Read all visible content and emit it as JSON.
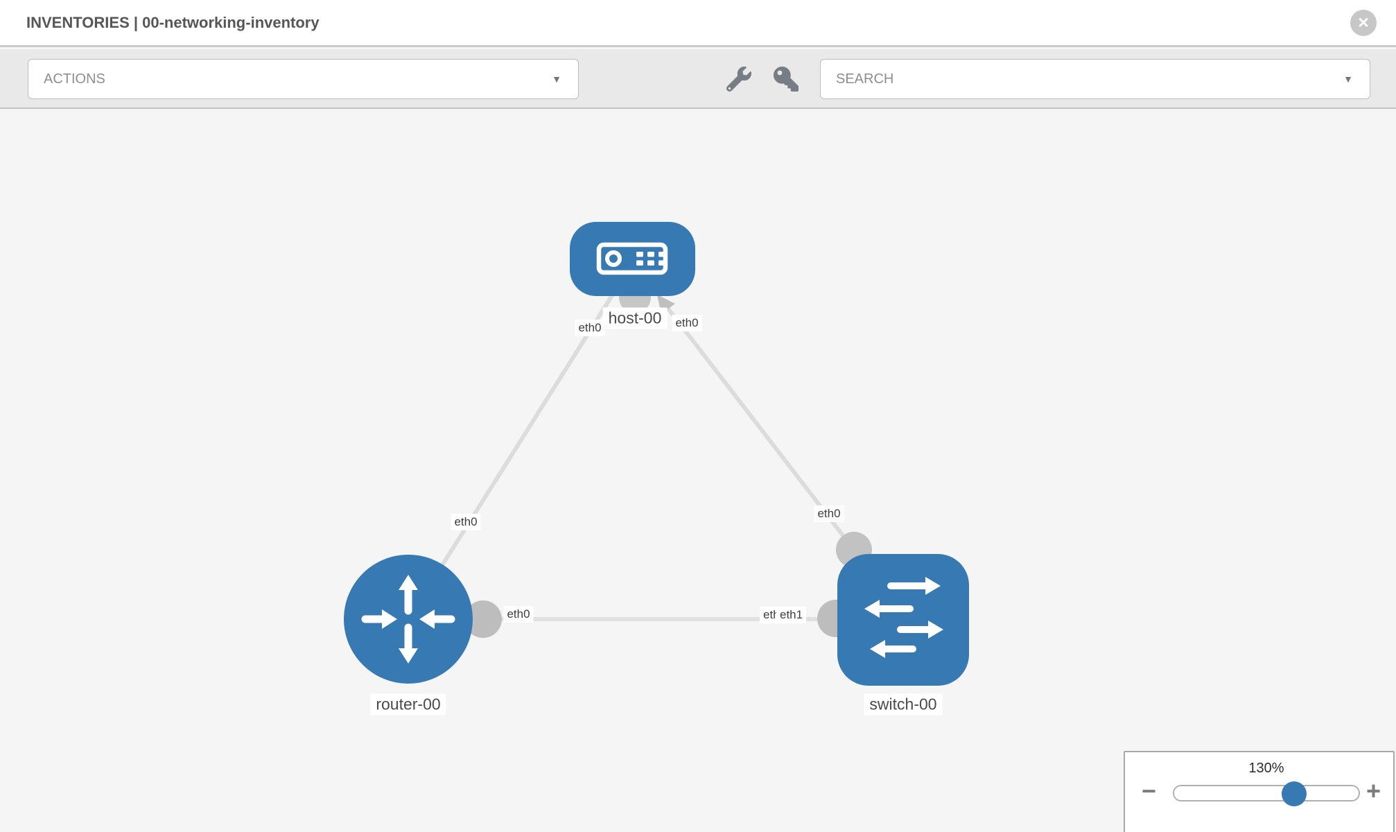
{
  "header": {
    "title": "INVENTORIES | 00-networking-inventory"
  },
  "toolbar": {
    "actions_label": "ACTIONS",
    "search_placeholder": "SEARCH"
  },
  "icons": {
    "close-icon": "✕",
    "caret-down-icon": "▼",
    "wrench-icon": "wrench",
    "key-icon": "key",
    "zoom-out-icon": "−",
    "zoom-in-icon": "+"
  },
  "topology": {
    "nodes": [
      {
        "label": "host-00",
        "type": "host"
      },
      {
        "label": "router-00",
        "type": "router"
      },
      {
        "label": "switch-00",
        "type": "switch"
      }
    ],
    "interfaces": {
      "host_left": "eth0",
      "host_right": "eth0",
      "router_to_host": "eth0",
      "router_to_switch": "eth0",
      "switch_to_host": "eth0",
      "switch_hidden": "eth0",
      "switch_to_router": "eth1"
    },
    "links": [
      {
        "source": "router-00",
        "source_interface": "eth0",
        "target": "host-00",
        "target_interface": "eth0"
      },
      {
        "source": "switch-00",
        "source_interface": "eth0",
        "target": "host-00",
        "target_interface": "eth0"
      },
      {
        "source": "router-00",
        "source_interface": "eth0",
        "target": "switch-00",
        "target_interface": "eth1"
      }
    ]
  },
  "zoom_panel": {
    "level": "130%"
  },
  "colors": {
    "node_blue": "#3779b2",
    "link_gray": "#dedede",
    "stub_gray": "#bdbdbd",
    "toolbar_bg": "#e9e9e9",
    "canvas_bg": "#f5f5f6"
  }
}
